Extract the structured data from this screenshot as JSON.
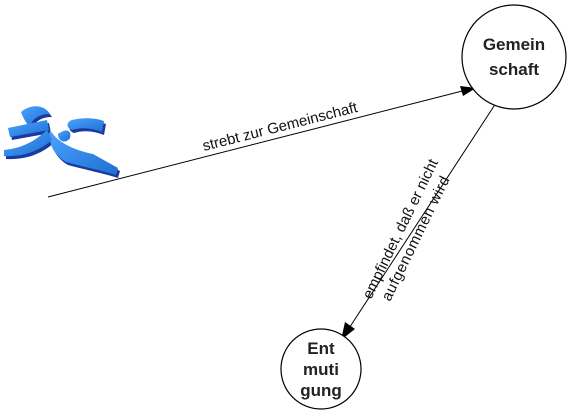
{
  "nodes": {
    "gemeinschaft": {
      "lines": [
        "Gemein",
        "schaft"
      ]
    },
    "entmutigung": {
      "lines": [
        "Ent",
        "muti",
        "gung"
      ]
    }
  },
  "edges": {
    "strebt": {
      "label": "strebt zur Gemeinschaft"
    },
    "empfindet": {
      "lines": [
        "empfindet, daß er nicht",
        "aufgenommen  wird"
      ]
    }
  },
  "figure": {
    "icon": "running-person-icon",
    "color": "#1f6fd1"
  },
  "colors": {
    "line": "#000000",
    "background": "#ffffff",
    "figure": "#1f6fd1",
    "figure_shadow": "#1a3aa0"
  }
}
